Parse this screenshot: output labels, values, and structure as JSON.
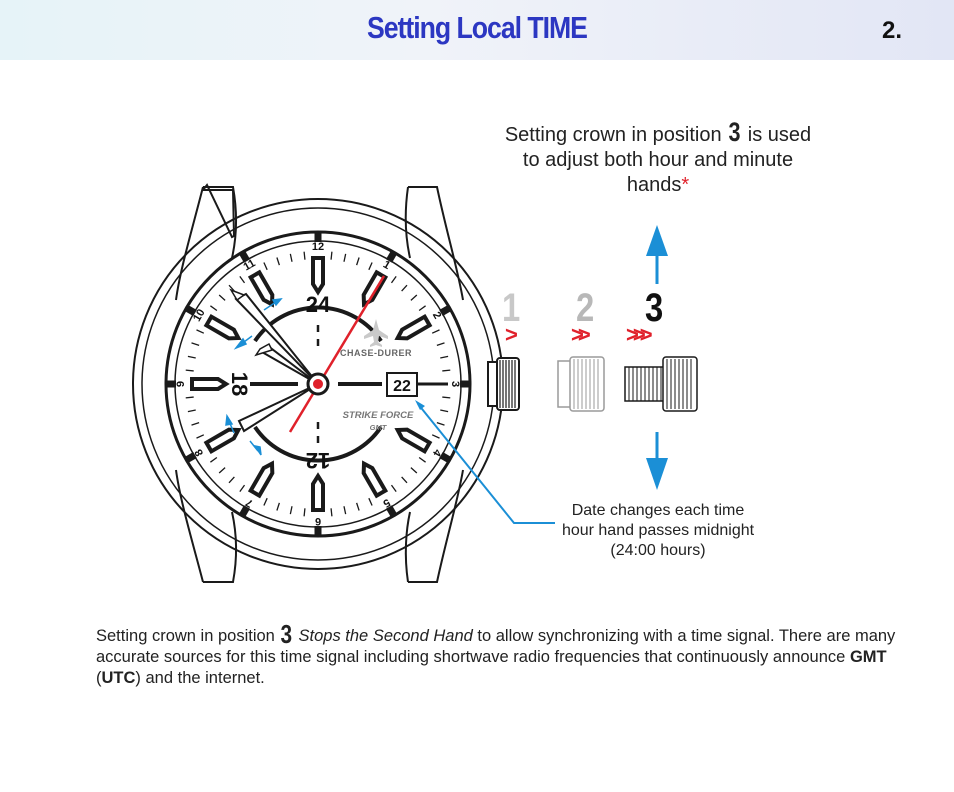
{
  "header": {
    "title": "Setting Local TIME",
    "page_number": "2."
  },
  "callout_top": {
    "prefix": "Setting crown in position",
    "position": "3",
    "suffix": "is used to adjust both hour and minute hands",
    "asterisk": "*"
  },
  "crown_positions": [
    "1",
    "2",
    "3"
  ],
  "callout_date": {
    "text": "Date changes each time hour hand passes midnight (24:00 hours)"
  },
  "watch": {
    "brand": "CHASE-DURER",
    "model": "STRIKE FORCE",
    "submodel": "GMT",
    "date": "22",
    "dial_24": "24",
    "dial_18": "18",
    "dial_12": "12",
    "numerals": [
      "12",
      "1",
      "2",
      "3",
      "4",
      "5",
      "6",
      "7",
      "8",
      "9",
      "10",
      "11"
    ]
  },
  "body": {
    "line1_prefix": "Setting crown in position",
    "position": "3",
    "stops": "Stops the Second Hand",
    "line1_suffix": "to allow synchronizing with a time signal.",
    "line2": "There are many accurate sources for this time signal including shortwave radio frequencies that continuously announce",
    "gmt": "GMT",
    "paren_open": "(",
    "utc": "UTC",
    "ending": ") and the internet."
  },
  "colors": {
    "title": "#2c37c2",
    "accent_red": "#e0212b",
    "arrow_blue": "#1b8fd6"
  }
}
